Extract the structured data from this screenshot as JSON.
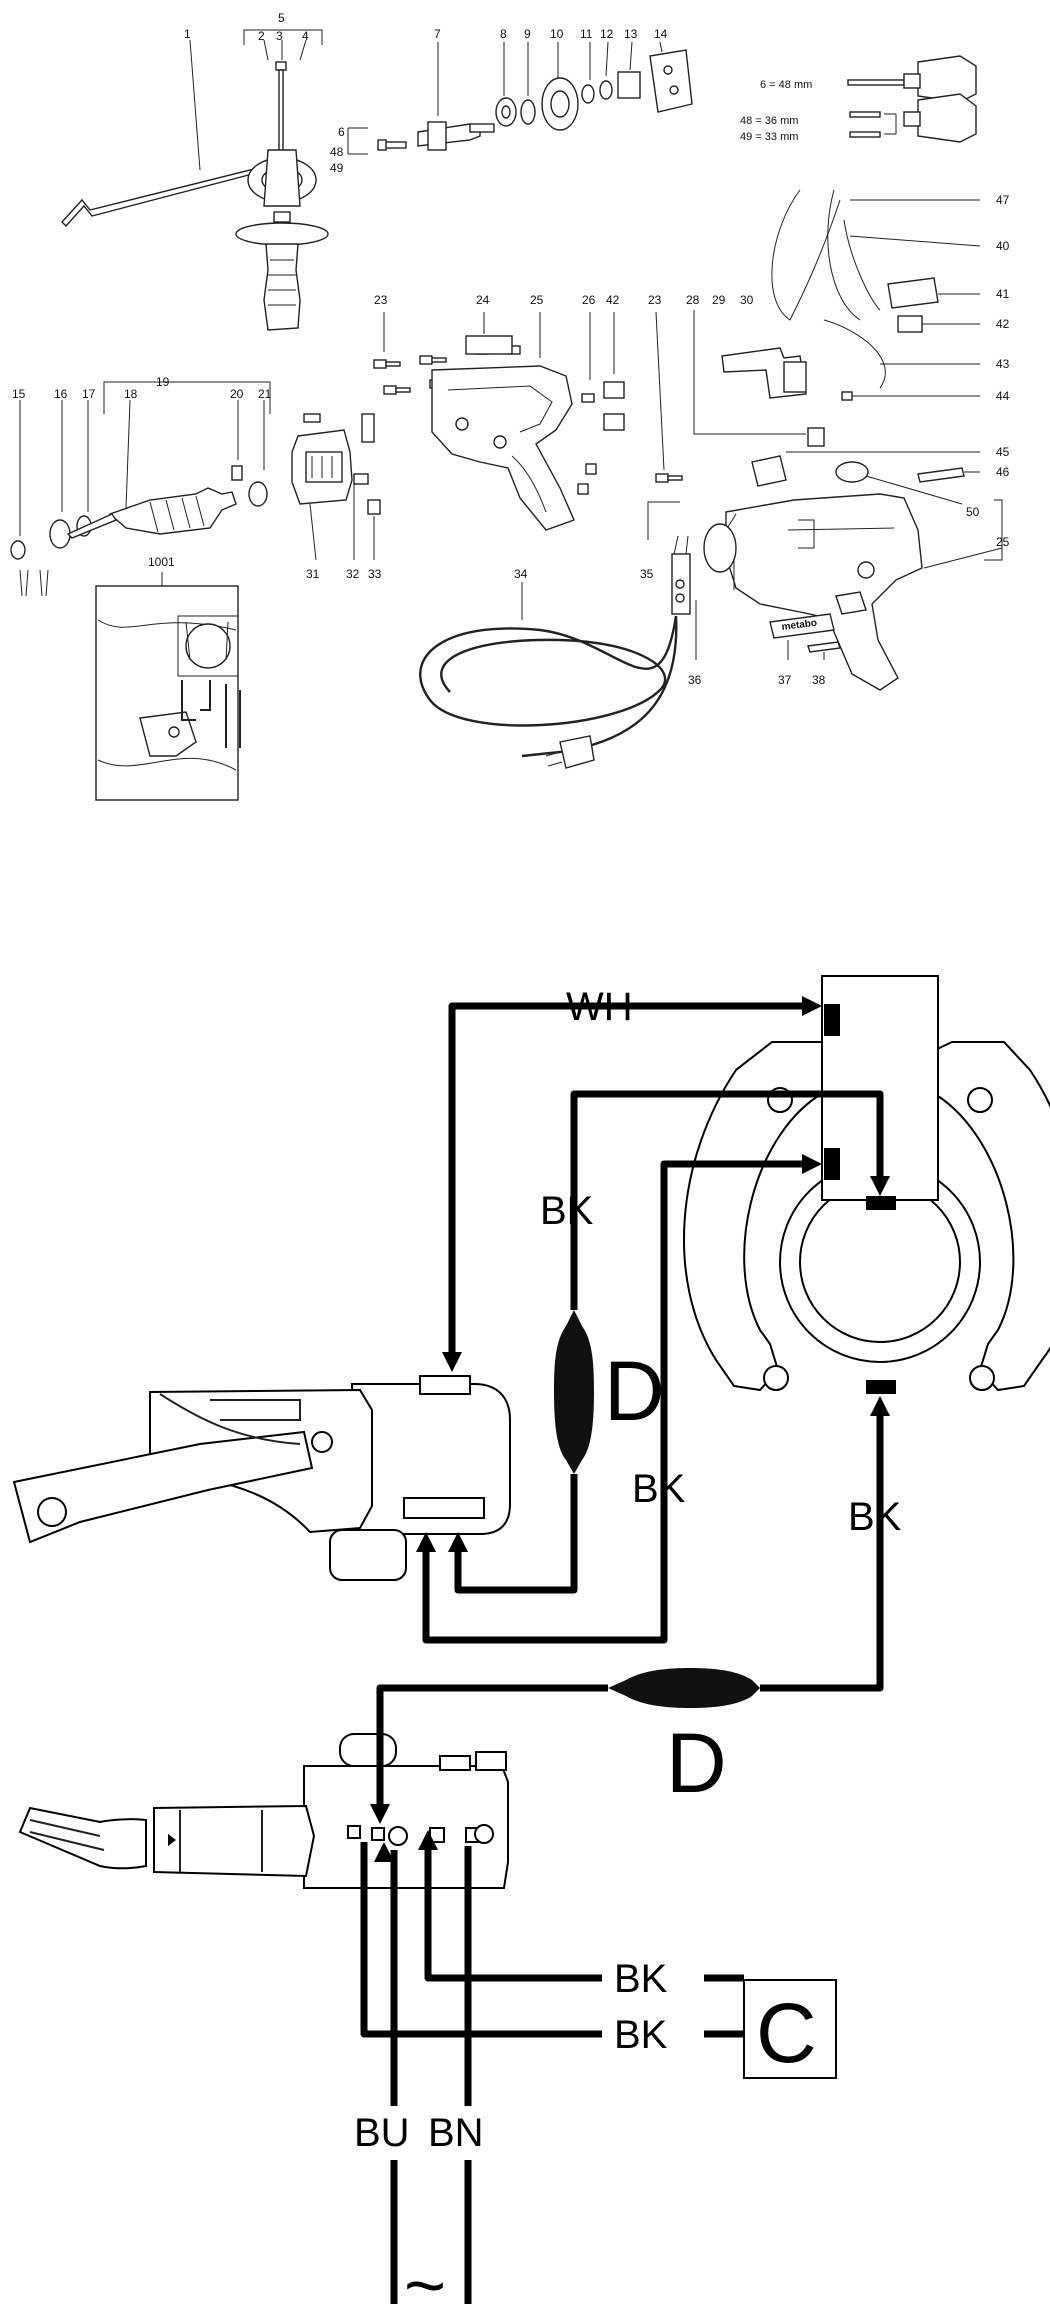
{
  "parts": {
    "callouts": [
      {
        "id": "p1",
        "label": "1"
      },
      {
        "id": "p5",
        "label": "5"
      },
      {
        "id": "p2",
        "label": "2"
      },
      {
        "id": "p3",
        "label": "3"
      },
      {
        "id": "p4",
        "label": "4"
      },
      {
        "id": "p7",
        "label": "7"
      },
      {
        "id": "p8",
        "label": "8"
      },
      {
        "id": "p9",
        "label": "9"
      },
      {
        "id": "p10",
        "label": "10"
      },
      {
        "id": "p11",
        "label": "11"
      },
      {
        "id": "p12",
        "label": "12"
      },
      {
        "id": "p13",
        "label": "13"
      },
      {
        "id": "p14",
        "label": "14"
      },
      {
        "id": "p6",
        "label": "6"
      },
      {
        "id": "p48",
        "label": "48"
      },
      {
        "id": "p49",
        "label": "49"
      },
      {
        "id": "p47",
        "label": "47"
      },
      {
        "id": "p40",
        "label": "40"
      },
      {
        "id": "p41",
        "label": "41"
      },
      {
        "id": "p42r",
        "label": "42"
      },
      {
        "id": "p43",
        "label": "43"
      },
      {
        "id": "p44",
        "label": "44"
      },
      {
        "id": "p23a",
        "label": "23"
      },
      {
        "id": "p24",
        "label": "24"
      },
      {
        "id": "p25a",
        "label": "25"
      },
      {
        "id": "p26",
        "label": "26"
      },
      {
        "id": "p42",
        "label": "42"
      },
      {
        "id": "p23b",
        "label": "23"
      },
      {
        "id": "p28",
        "label": "28"
      },
      {
        "id": "p29",
        "label": "29"
      },
      {
        "id": "p30",
        "label": "30"
      },
      {
        "id": "p31",
        "label": "31"
      },
      {
        "id": "p19",
        "label": "19"
      },
      {
        "id": "p15",
        "label": "15"
      },
      {
        "id": "p16",
        "label": "16"
      },
      {
        "id": "p17",
        "label": "17"
      },
      {
        "id": "p18",
        "label": "18"
      },
      {
        "id": "p20",
        "label": "20"
      },
      {
        "id": "p21",
        "label": "21"
      },
      {
        "id": "p32",
        "label": "32"
      },
      {
        "id": "p33",
        "label": "33"
      },
      {
        "id": "p35",
        "label": "35"
      },
      {
        "id": "p34",
        "label": "34"
      },
      {
        "id": "p36",
        "label": "36"
      },
      {
        "id": "p45",
        "label": "45"
      },
      {
        "id": "p46",
        "label": "46"
      },
      {
        "id": "p50",
        "label": "50"
      },
      {
        "id": "p25b",
        "label": "25"
      },
      {
        "id": "p37",
        "label": "37"
      },
      {
        "id": "p38",
        "label": "38"
      },
      {
        "id": "p1001",
        "label": "1001"
      }
    ],
    "notes": [
      {
        "id": "n6",
        "text": "6 = 48 mm"
      },
      {
        "id": "n48",
        "text": "48 = 36 mm"
      },
      {
        "id": "n49",
        "text": "49 = 33 mm"
      }
    ],
    "brand_plate": "metabo"
  },
  "wiring": {
    "labels": {
      "wh": "WH",
      "bk1": "BK",
      "bk2": "BK",
      "bk3": "BK",
      "bk4": "BK",
      "bk5": "BK",
      "bu": "BU",
      "bn": "BN",
      "d1": "D",
      "d2": "D",
      "c": "C",
      "ac": "~"
    }
  }
}
